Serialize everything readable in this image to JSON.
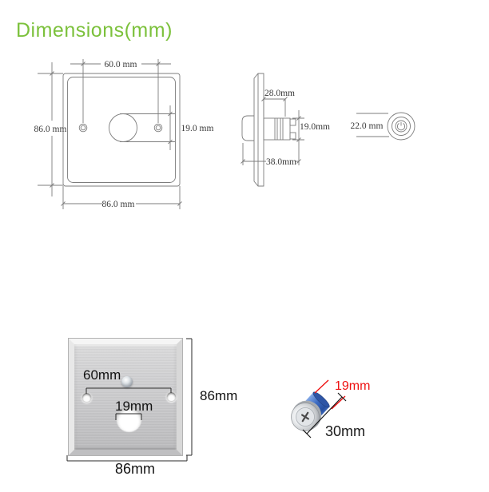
{
  "title": "Dimensions(mm)",
  "colors": {
    "title_green": "#7cc13c",
    "dim_red": "#ee1111",
    "drawing_line_gray": "#7d7d7d",
    "label_black": "#121212"
  },
  "front_view": {
    "width_top": "60.0 mm",
    "height_left": "86.0 mm",
    "hole_dia_right": "19.0 mm",
    "width_bottom": "86.0 mm"
  },
  "side_view": {
    "depth_top": "28.0mm",
    "body_height_right": "19.0mm",
    "depth_bottom": "38.0mm"
  },
  "back_view": {
    "outer_dia": "22.0 mm"
  },
  "plate_photo": {
    "hole_spacing": "60mm",
    "hole_dia": "19mm",
    "height": "86mm",
    "width": "86mm"
  },
  "button_photo": {
    "dia": "19mm",
    "length": "30mm"
  }
}
